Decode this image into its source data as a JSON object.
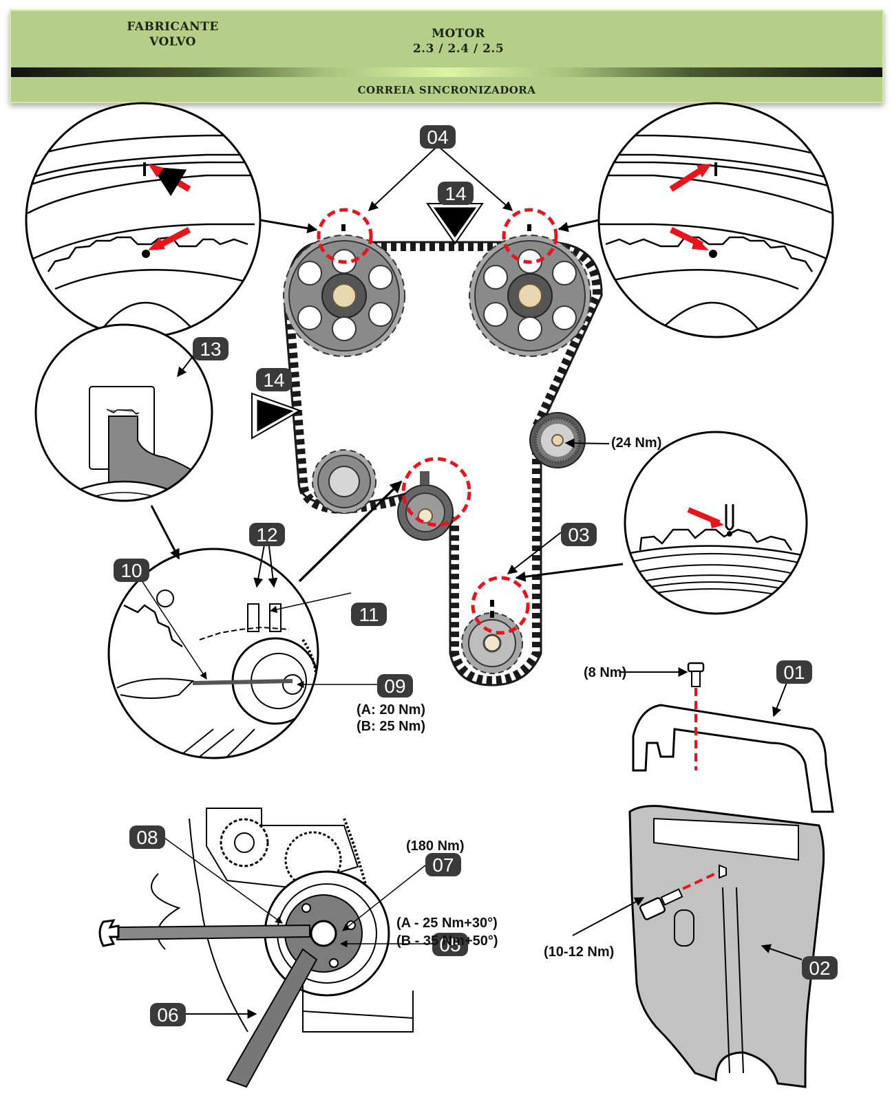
{
  "header": {
    "manufacturer_label": "FABRICANTE",
    "manufacturer_value": "VOLVO",
    "engine_label": "MOTOR",
    "engine_value": "2.3 / 2.4 / 2.5",
    "section_title": "CORREIA SINCRONIZADORA"
  },
  "colors": {
    "header_bg": "#b5cf8a",
    "callout_bg": "#3a3a3a",
    "mark_red": "#e8141c",
    "pulley_gray": "#8a8a8a"
  },
  "callouts": {
    "c01": "01",
    "c02": "02",
    "c03": "03",
    "c04": "04",
    "c05": "05",
    "c06": "06",
    "c07": "07",
    "c08": "08",
    "c09": "09",
    "c10": "10",
    "c11": "11",
    "c12": "12",
    "c13": "13",
    "c14_top": "14",
    "c14_left": "14"
  },
  "torques": {
    "idler": "(24 Nm)",
    "tensioner_a": "(A: 20 Nm)",
    "tensioner_b": "(B: 25 Nm)",
    "upper_cover_bolt": "(8 Nm)",
    "lower_cover_bolt": "(10-12 Nm)",
    "crank_bolt": "(180 Nm)",
    "damper_a": "(A - 25 Nm+30°)",
    "damper_b": "(B - 35 Nm+50°)"
  }
}
